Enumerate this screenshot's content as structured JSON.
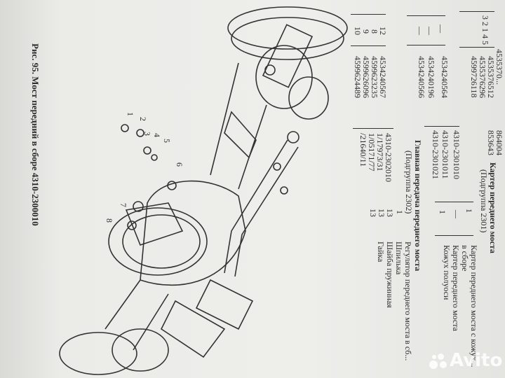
{
  "caption": "Рис. 95. Мост передний в сборе 4310-2300010",
  "callouts": [
    "1",
    "2",
    "3",
    "4",
    "5",
    "6",
    "7",
    "8"
  ],
  "table": {
    "group_a": {
      "positions": [
        "3",
        "2",
        "1",
        "4",
        "5"
      ],
      "catalog_numbers": [
        "4535370...",
        "4535376512",
        "4535376296",
        "4599726118"
      ],
      "part_numbers": [
        "864004",
        "853643"
      ]
    },
    "section_2301": {
      "title": "Картер переднего моста",
      "subtitle": "(Подгруппа 2301)"
    },
    "group_b": {
      "positions": [
        "—",
        "—",
        "—"
      ],
      "catalog_numbers": [
        "4534240564",
        "4534240196",
        "4534240566"
      ],
      "part_numbers": [
        "4310-2301010",
        "4310-2301011",
        "4310-2301021"
      ],
      "quantities": [
        "1",
        "—",
        "1"
      ],
      "descriptions": [
        "Картер переднего моста с кожух...",
        "в сборе",
        "Картер переднего моста",
        "Кожух полуоси"
      ]
    },
    "section_2302": {
      "title": "Главная передача переднего моста",
      "subtitle": "(Подгруппа 2302)"
    },
    "group_c": {
      "positions": [
        "12",
        "8",
        "9",
        "10"
      ],
      "catalog_numbers": [
        "4534240567",
        "4599623235",
        "4599626096",
        "4599624489"
      ],
      "part_numbers": [
        "4310-2302010",
        "1/17973/31",
        "1/05171/77",
        "/21640/11"
      ],
      "quantities": [
        "1",
        "13",
        "13",
        "13"
      ],
      "descriptions": [
        "Регулятор переднего моста в сб...",
        "Шпилька",
        "Шайба пружинная",
        "Гайка"
      ]
    }
  },
  "watermark": "Avito"
}
